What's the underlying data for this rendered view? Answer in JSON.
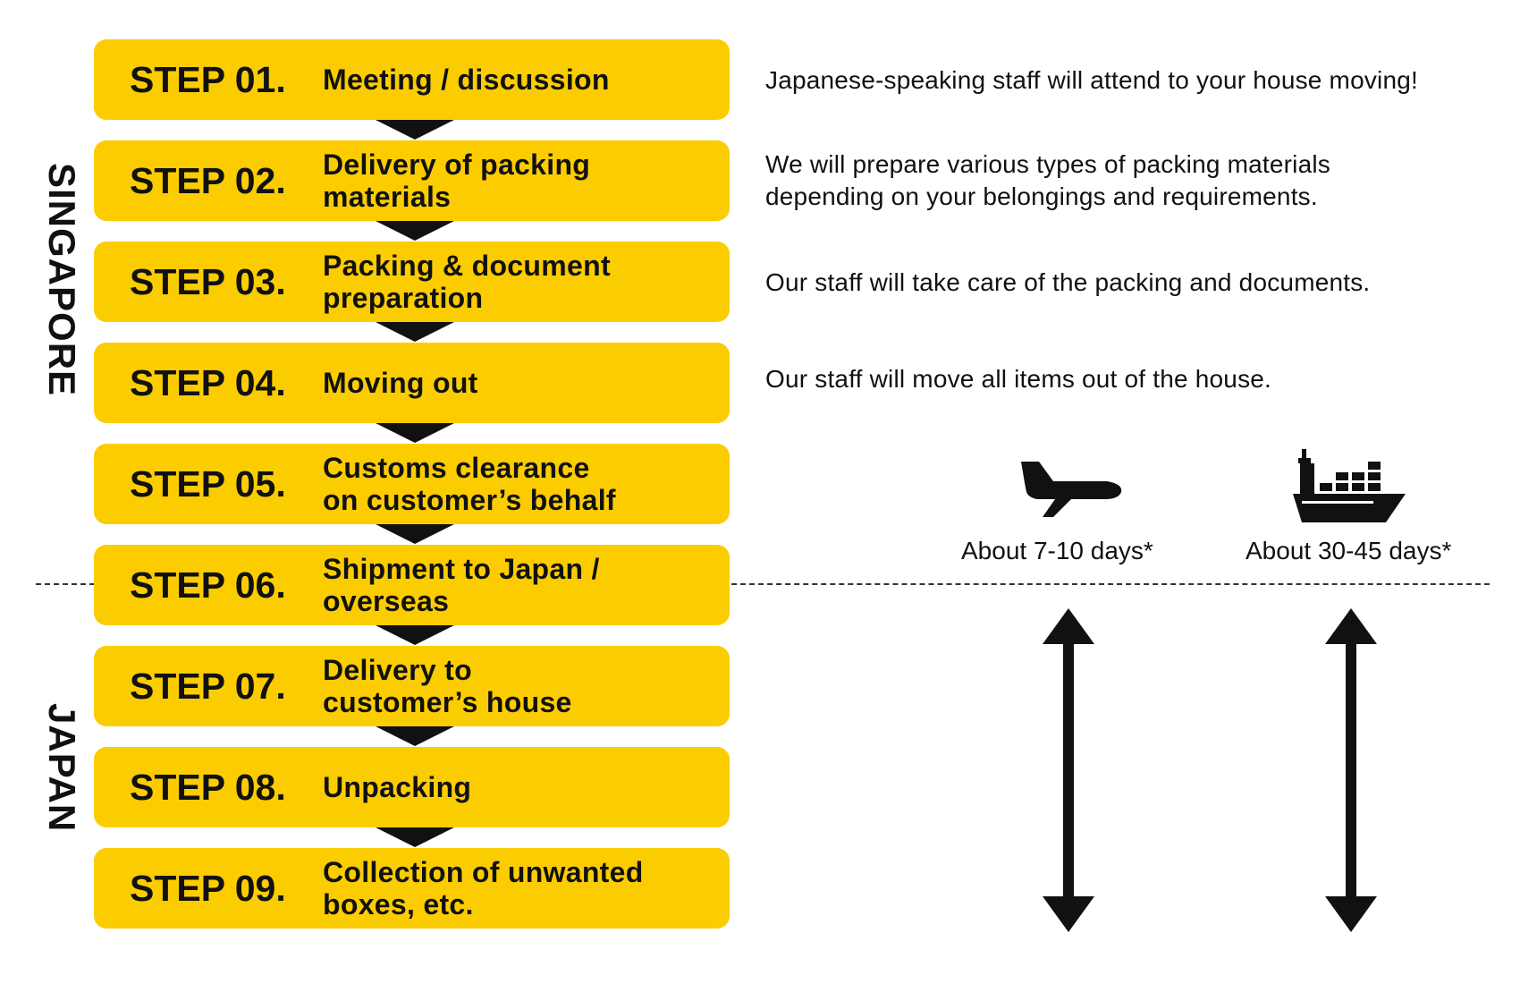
{
  "regions": {
    "origin": "SINGAPORE",
    "destination": "JAPAN"
  },
  "steps": [
    {
      "number": "STEP 01.",
      "title": [
        "Meeting / discussion"
      ],
      "description": [
        "Japanese-speaking staff will attend to your house moving!"
      ]
    },
    {
      "number": "STEP 02.",
      "title": [
        "Delivery of packing",
        "materials"
      ],
      "description": [
        "We will prepare various types of packing materials",
        "depending on your belongings and requirements."
      ]
    },
    {
      "number": "STEP 03.",
      "title": [
        "Packing & document",
        "preparation"
      ],
      "description": [
        "Our staff will take care of the packing and documents."
      ]
    },
    {
      "number": "STEP 04.",
      "title": [
        "Moving out"
      ],
      "description": [
        "Our staff will move all items out of the house."
      ]
    },
    {
      "number": "STEP 05.",
      "title": [
        "Customs clearance",
        "on customer’s behalf"
      ]
    },
    {
      "number": "STEP 06.",
      "title": [
        "Shipment to Japan /",
        "overseas"
      ]
    },
    {
      "number": "STEP 07.",
      "title": [
        "Delivery to",
        "customer’s house"
      ]
    },
    {
      "number": "STEP 08.",
      "title": [
        "Unpacking"
      ]
    },
    {
      "number": "STEP 09.",
      "title": [
        "Collection of unwanted",
        "boxes, etc."
      ]
    }
  ],
  "transport": {
    "air": {
      "icon": "airplane-icon",
      "duration": "About 7-10 days*"
    },
    "sea": {
      "icon": "cargo-ship-icon",
      "duration": "About 30-45 days*"
    }
  },
  "colors": {
    "step_fill": "#fbcd00",
    "text": "#111111"
  }
}
